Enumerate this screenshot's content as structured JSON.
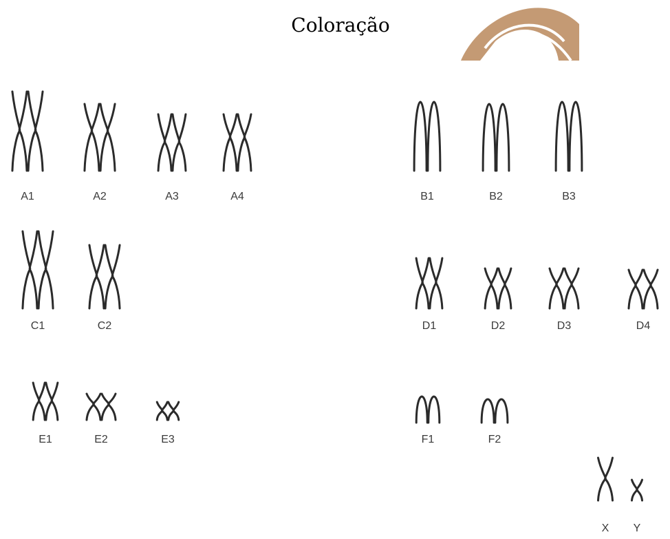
{
  "title": "Coloração",
  "colors": {
    "chromosome": "#2b2b2b",
    "label": "#3a3a3a",
    "logo": "#c49a74"
  },
  "logo_icon": "arc-logo-icon",
  "groups": [
    {
      "id": "A",
      "pairs": [
        {
          "label": "A1",
          "shape": "metacentric"
        },
        {
          "label": "A2",
          "shape": "submetacentric-upper"
        },
        {
          "label": "A3",
          "shape": "metacentric"
        },
        {
          "label": "A4",
          "shape": "submetacentric-upper"
        }
      ]
    },
    {
      "id": "B",
      "pairs": [
        {
          "label": "B1",
          "shape": "acrocentric"
        },
        {
          "label": "B2",
          "shape": "acrocentric"
        },
        {
          "label": "B3",
          "shape": "acrocentric"
        }
      ]
    },
    {
      "id": "C",
      "pairs": [
        {
          "label": "C1",
          "shape": "metacentric"
        },
        {
          "label": "C2",
          "shape": "metacentric"
        }
      ]
    },
    {
      "id": "D",
      "pairs": [
        {
          "label": "D1",
          "shape": "metacentric"
        },
        {
          "label": "D2",
          "shape": "submetacentric-upper"
        },
        {
          "label": "D3",
          "shape": "submetacentric-upper"
        },
        {
          "label": "D4",
          "shape": "submetacentric-upper"
        }
      ]
    },
    {
      "id": "E",
      "pairs": [
        {
          "label": "E1",
          "shape": "metacentric"
        },
        {
          "label": "E2",
          "shape": "submetacentric-upper"
        },
        {
          "label": "E3",
          "shape": "metacentric"
        }
      ]
    },
    {
      "id": "F",
      "pairs": [
        {
          "label": "F1",
          "shape": "acrocentric"
        },
        {
          "label": "F2",
          "shape": "acrocentric"
        }
      ]
    },
    {
      "id": "sex",
      "pairs": [
        {
          "label": "X",
          "shape": "metacentric"
        },
        {
          "label": "Y",
          "shape": "metacentric"
        }
      ]
    }
  ]
}
